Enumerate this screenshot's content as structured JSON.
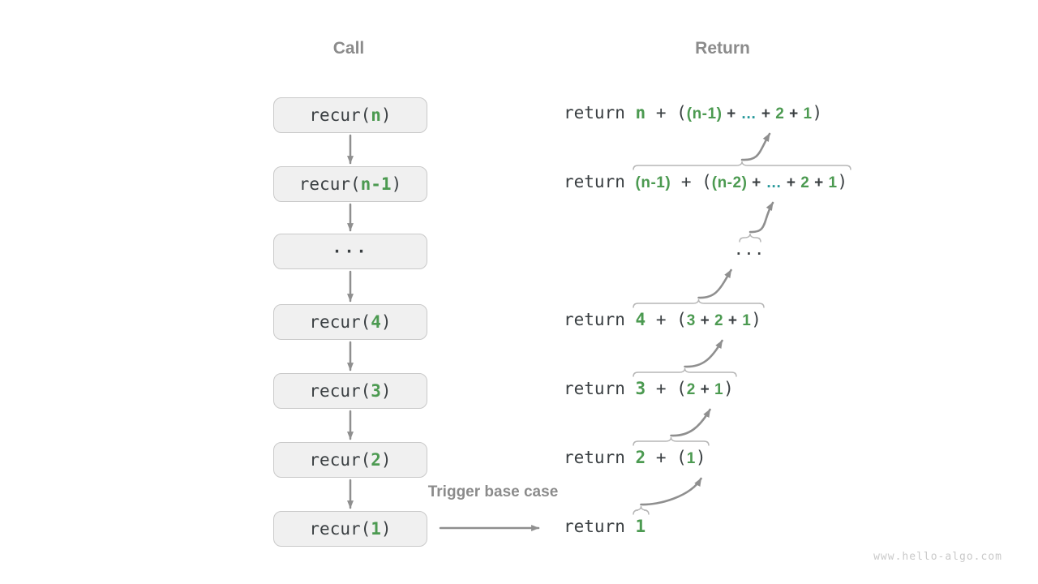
{
  "headers": {
    "call": "Call",
    "return": "Return"
  },
  "trigger_label": "Trigger base case",
  "watermark": "www.hello-algo.com",
  "colors": {
    "dark": "#3a3f42",
    "green": "#4c9a51",
    "teal": "#27999b",
    "gray": "#8b8b8b",
    "box-fill": "#f0f0f0",
    "box-border": "#c9c9c9",
    "arrow": "#8f8f8f",
    "brace": "#b5b5b5",
    "watermark": "#c9c9c9"
  },
  "call_stack": [
    {
      "segments": [
        {
          "t": "recur(",
          "s": "m"
        },
        {
          "t": "n",
          "s": "mg"
        },
        {
          "t": ")",
          "s": "m"
        }
      ]
    },
    {
      "segments": [
        {
          "t": "recur(",
          "s": "m"
        },
        {
          "t": "n-1",
          "s": "mg"
        },
        {
          "t": ")",
          "s": "m"
        }
      ]
    },
    {
      "segments": [
        {
          "t": "···",
          "s": "db"
        }
      ]
    },
    {
      "segments": [
        {
          "t": "recur(",
          "s": "m"
        },
        {
          "t": "4",
          "s": "mg"
        },
        {
          "t": ")",
          "s": "m"
        }
      ]
    },
    {
      "segments": [
        {
          "t": "recur(",
          "s": "m"
        },
        {
          "t": "3",
          "s": "mg"
        },
        {
          "t": ")",
          "s": "m"
        }
      ]
    },
    {
      "segments": [
        {
          "t": "recur(",
          "s": "m"
        },
        {
          "t": "2",
          "s": "mg"
        },
        {
          "t": ")",
          "s": "m"
        }
      ]
    },
    {
      "segments": [
        {
          "t": "recur(",
          "s": "m"
        },
        {
          "t": "1",
          "s": "mg"
        },
        {
          "t": ")",
          "s": "m"
        }
      ]
    }
  ],
  "returns": [
    {
      "segments": [
        {
          "t": "return ",
          "s": "m"
        },
        {
          "t": "n",
          "s": "mg"
        },
        {
          "t": " + (",
          "s": "m"
        },
        {
          "t": "(n-1)",
          "s": "bg"
        },
        {
          "t": " + ",
          "s": "b"
        },
        {
          "t": "…",
          "s": "bt"
        },
        {
          "t": " + ",
          "s": "b"
        },
        {
          "t": "2",
          "s": "bg"
        },
        {
          "t": " + ",
          "s": "b"
        },
        {
          "t": "1",
          "s": "bg"
        },
        {
          "t": ")",
          "s": "m"
        }
      ]
    },
    {
      "segments": [
        {
          "t": "return ",
          "s": "m"
        },
        {
          "t": "(n-1)",
          "s": "bg"
        },
        {
          "t": " + (",
          "s": "m"
        },
        {
          "t": "(n-2)",
          "s": "bg"
        },
        {
          "t": " + ",
          "s": "b"
        },
        {
          "t": "…",
          "s": "bt"
        },
        {
          "t": " + ",
          "s": "b"
        },
        {
          "t": "2",
          "s": "bg"
        },
        {
          "t": " + ",
          "s": "b"
        },
        {
          "t": "1",
          "s": "bg"
        },
        {
          "t": ")",
          "s": "m"
        }
      ],
      "brace_from": 1
    },
    {
      "segments": [
        {
          "t": "...",
          "s": "dr"
        }
      ],
      "dots": true
    },
    {
      "segments": [
        {
          "t": "return ",
          "s": "m"
        },
        {
          "t": "4",
          "s": "mg"
        },
        {
          "t": " + (",
          "s": "m"
        },
        {
          "t": "3",
          "s": "bg"
        },
        {
          "t": " + ",
          "s": "b"
        },
        {
          "t": "2",
          "s": "bg"
        },
        {
          "t": " + ",
          "s": "b"
        },
        {
          "t": "1",
          "s": "bg"
        },
        {
          "t": ")",
          "s": "m"
        }
      ],
      "brace_from": 1
    },
    {
      "segments": [
        {
          "t": "return ",
          "s": "m"
        },
        {
          "t": "3",
          "s": "mg"
        },
        {
          "t": " + (",
          "s": "m"
        },
        {
          "t": "2",
          "s": "bg"
        },
        {
          "t": " + ",
          "s": "b"
        },
        {
          "t": "1",
          "s": "bg"
        },
        {
          "t": ")",
          "s": "m"
        }
      ],
      "brace_from": 1
    },
    {
      "segments": [
        {
          "t": "return ",
          "s": "m"
        },
        {
          "t": "2",
          "s": "mg"
        },
        {
          "t": " + (",
          "s": "m"
        },
        {
          "t": "1",
          "s": "bg"
        },
        {
          "t": ")",
          "s": "m"
        }
      ],
      "brace_from": 1
    },
    {
      "segments": [
        {
          "t": "return ",
          "s": "m"
        },
        {
          "t": "1",
          "s": "mg"
        }
      ],
      "brace_from": 1,
      "brace_to": 1
    }
  ]
}
